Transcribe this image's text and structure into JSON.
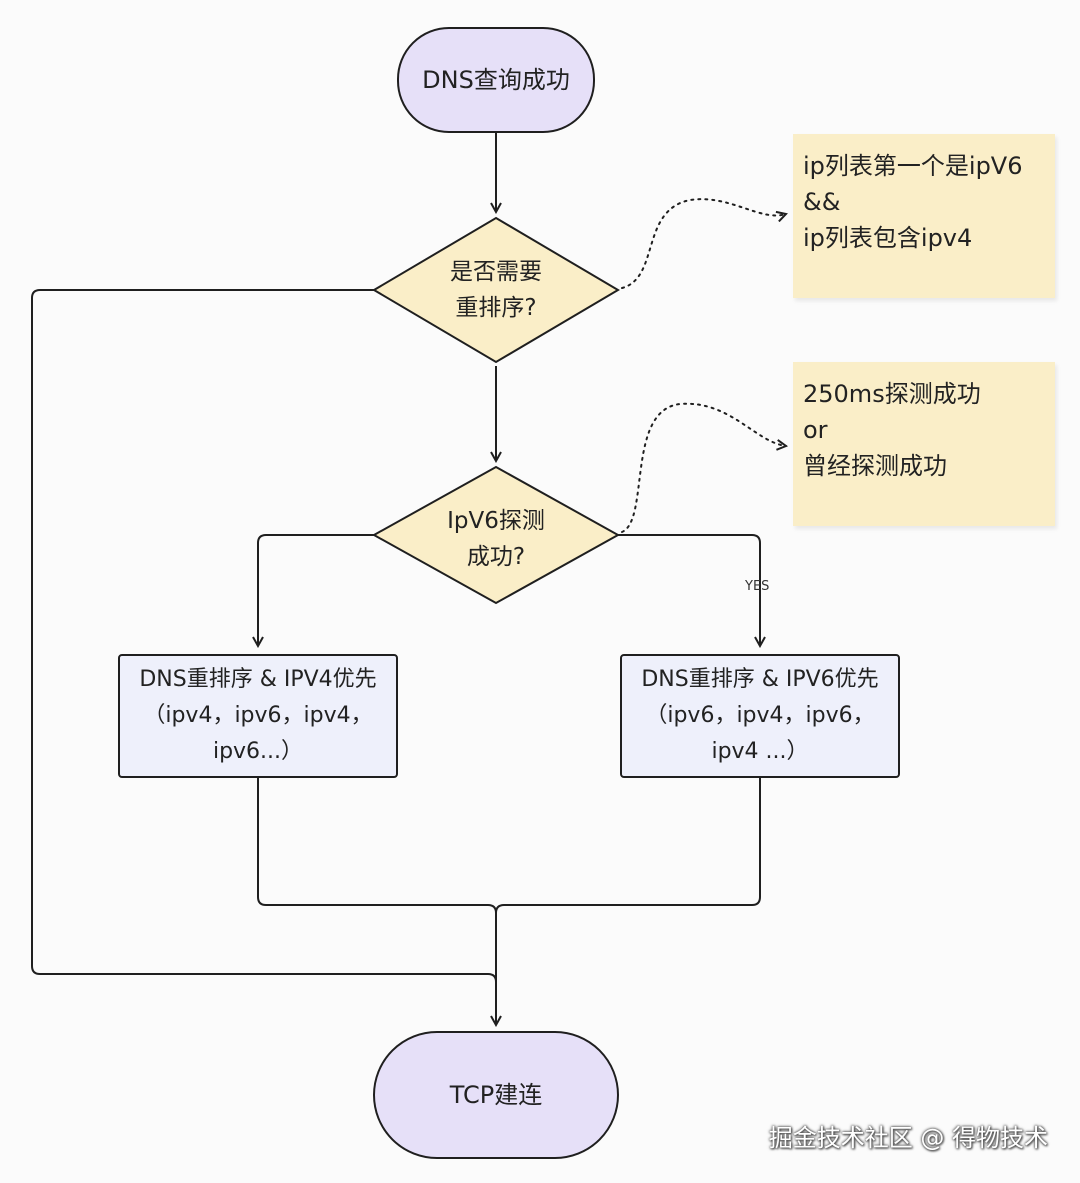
{
  "nodes": {
    "start": "DNS查询成功",
    "decision_reorder": [
      "是否需要",
      "重排序?"
    ],
    "decision_ipv6": [
      "IpV6探测",
      "成功?"
    ],
    "process_ipv4": [
      "DNS重排序 & IPV4优先",
      "（ipv4，ipv6，ipv4，",
      "ipv6...）"
    ],
    "process_ipv6": [
      "DNS重排序 & IPV6优先",
      "（ipv6，ipv4，ipv6，",
      "ipv4 ...）"
    ],
    "end": "TCP建连"
  },
  "notes": {
    "reorder_condition": [
      "ip列表第一个是ipV6",
      "&&",
      "ip列表包含ipv4"
    ],
    "ipv6_condition": [
      "250ms探测成功",
      "or",
      "曾经探测成功"
    ]
  },
  "edge_labels": {
    "yes": "YES"
  },
  "watermark": "掘金技术社区 @ 得物技术",
  "colors": {
    "terminal_fill": "#e6e0f8",
    "decision_fill": "#faeec8",
    "process_fill": "#eef0fb",
    "note_fill": "#faeec8",
    "stroke": "#1f1f1f"
  }
}
